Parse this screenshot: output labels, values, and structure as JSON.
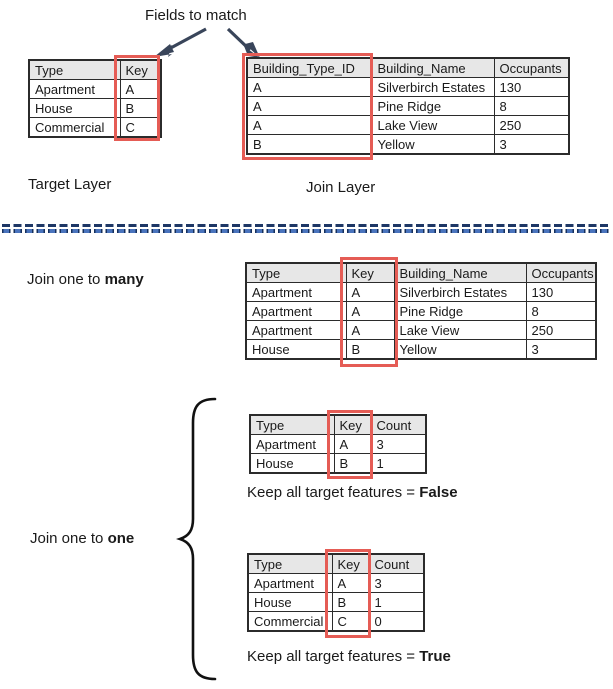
{
  "title": "Fields to match",
  "colors": {
    "highlight_red": "#e55c55",
    "arrow_navy": "#39455a",
    "divider_dark_blue": "#1e3765",
    "divider_mid_blue": "#4a74bd",
    "table_header_bg": "#e7e7e7"
  },
  "target_layer": {
    "caption": "Target Layer",
    "table": {
      "headers": [
        "Type",
        "Key"
      ],
      "rows": [
        [
          "Apartment",
          "A"
        ],
        [
          "House",
          "B"
        ],
        [
          "Commercial",
          "C"
        ]
      ]
    }
  },
  "join_layer": {
    "caption": "Join Layer",
    "table": {
      "headers": [
        "Building_Type_ID",
        "Building_Name",
        "Occupants"
      ],
      "rows": [
        [
          "A",
          "Silverbirch Estates",
          "130"
        ],
        [
          "A",
          "Pine Ridge",
          "8"
        ],
        [
          "A",
          "Lake View",
          "250"
        ],
        [
          "B",
          "Yellow",
          "3"
        ]
      ]
    }
  },
  "one_to_many": {
    "label_prefix": "Join one to ",
    "label_bold": "many",
    "table": {
      "headers": [
        "Type",
        "Key",
        "Building_Name",
        "Occupants"
      ],
      "rows": [
        [
          "Apartment",
          "A",
          "Silverbirch Estates",
          "130"
        ],
        [
          "Apartment",
          "A",
          "Pine Ridge",
          "8"
        ],
        [
          "Apartment",
          "A",
          "Lake View",
          "250"
        ],
        [
          "House",
          "B",
          "Yellow",
          "3"
        ]
      ]
    }
  },
  "one_to_one": {
    "label_prefix": "Join one to ",
    "label_bold": "one",
    "false_result": {
      "table": {
        "headers": [
          "Type",
          "Key",
          "Count"
        ],
        "rows": [
          [
            "Apartment",
            "A",
            "3"
          ],
          [
            "House",
            "B",
            "1"
          ]
        ]
      },
      "caption_prefix": "Keep all target features = ",
      "caption_bold": "False"
    },
    "true_result": {
      "table": {
        "headers": [
          "Type",
          "Key",
          "Count"
        ],
        "rows": [
          [
            "Apartment",
            "A",
            "3"
          ],
          [
            "House",
            "B",
            "1"
          ],
          [
            "Commercial",
            "C",
            "0"
          ]
        ]
      },
      "caption_prefix": "Keep all target features = ",
      "caption_bold": "True"
    }
  }
}
